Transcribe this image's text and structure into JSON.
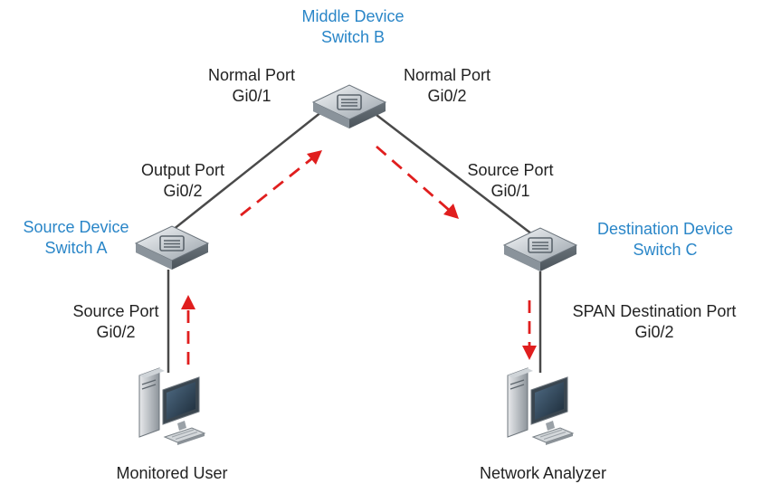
{
  "colors": {
    "link": "#4a4a4a",
    "flow_arrow": "#e01e1e",
    "device_label": "#2a86c8",
    "port_label": "#222222"
  },
  "devices": {
    "middle": {
      "title": "Middle Device",
      "subtitle": "Switch B",
      "icon": "switch-icon"
    },
    "source": {
      "title": "Source Device",
      "subtitle": "Switch A",
      "icon": "switch-icon"
    },
    "destination": {
      "title": "Destination Device",
      "subtitle": "Switch C",
      "icon": "switch-icon"
    }
  },
  "ports": {
    "b_left": {
      "name": "Normal Port",
      "id": "Gi0/1"
    },
    "b_right": {
      "name": "Normal Port",
      "id": "Gi0/2"
    },
    "a_output": {
      "name": "Output Port",
      "id": "Gi0/2"
    },
    "a_source": {
      "name": "Source Port",
      "id": "Gi0/2"
    },
    "c_source": {
      "name": "Source Port",
      "id": "Gi0/1"
    },
    "c_span": {
      "name": "SPAN Destination Port",
      "id": "Gi0/2"
    }
  },
  "endpoints": {
    "monitored_user": {
      "label": "Monitored User",
      "icon": "desktop-computer-icon"
    },
    "network_analyzer": {
      "label": "Network Analyzer",
      "icon": "desktop-computer-icon"
    }
  }
}
